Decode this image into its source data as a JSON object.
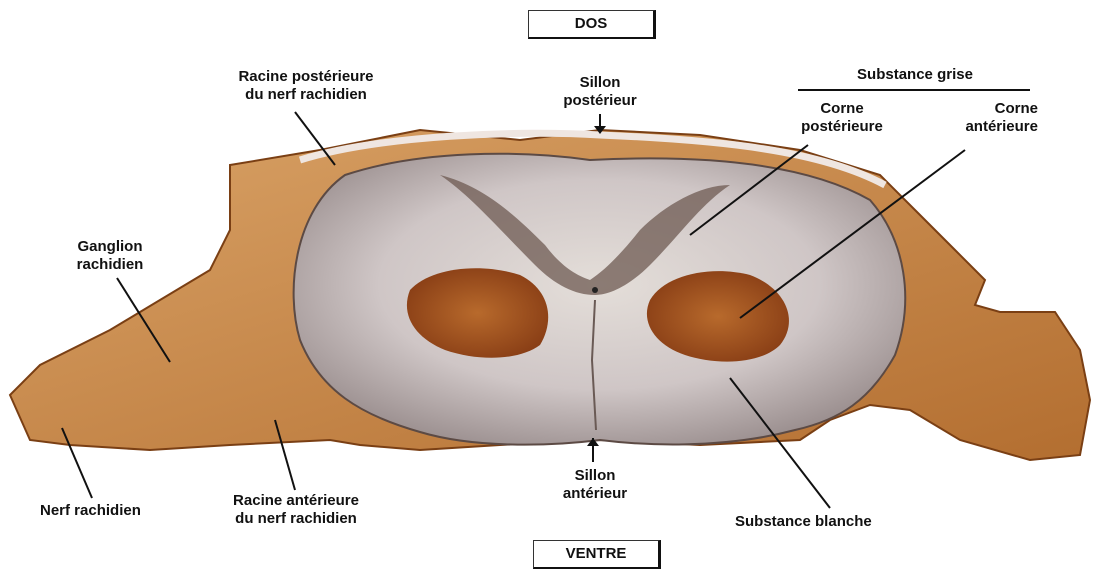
{
  "orientation": {
    "top": "DOS",
    "bottom": "VENTRE"
  },
  "labels": {
    "racine_posterieure": [
      "Racine postérieure",
      "du nerf rachidien"
    ],
    "sillon_posterieur": [
      "Sillon",
      "postérieur"
    ],
    "substance_grise": "Substance grise",
    "corne_posterieure": [
      "Corne",
      "postérieure"
    ],
    "corne_anterieure": [
      "Corne",
      "antérieure"
    ],
    "ganglion": [
      "Ganglion",
      "rachidien"
    ],
    "nerf_rachidien": "Nerf rachidien",
    "racine_anterieure": [
      "Racine antérieure",
      "du nerf rachidien"
    ],
    "sillon_anterieur": [
      "Sillon",
      "antérieur"
    ],
    "substance_blanche": "Substance blanche"
  },
  "colors": {
    "white_matter": "#cfc6c6",
    "grey_matter": "#a8521c",
    "tissue": "#c98a4a",
    "meninges": "#e9e0dc",
    "line": "#111111"
  }
}
